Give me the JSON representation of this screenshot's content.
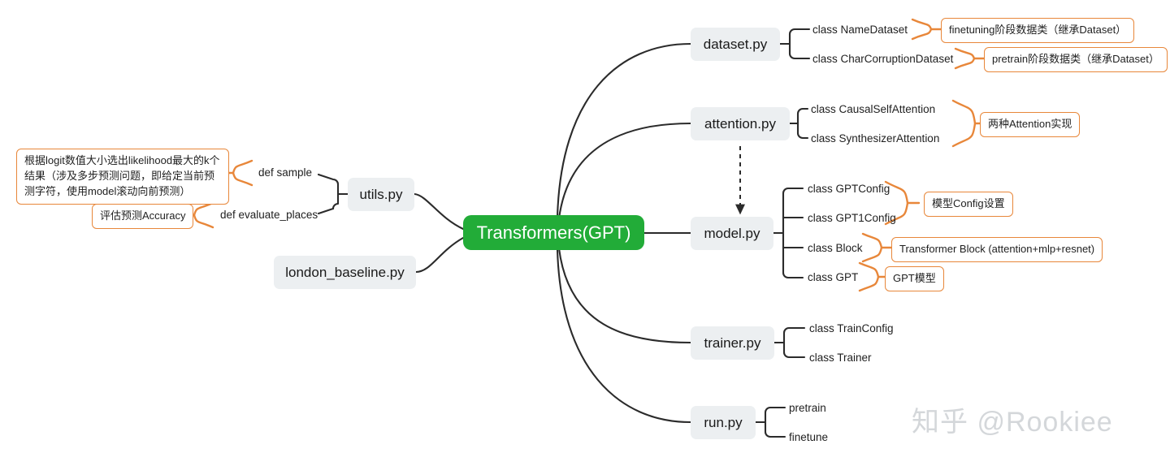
{
  "diagram": {
    "title": "Transformers(GPT) code structure mind map",
    "colors": {
      "root_fill": "#22ac38",
      "root_text": "#ffffff",
      "node_fill": "#eceff1",
      "node_text": "#1a1a1a",
      "edge": "#2b2b2b",
      "accent_orange": "#e8873a",
      "watermark": "#d4d7da"
    },
    "root": {
      "label": "Transformers(GPT)"
    },
    "nodes": [
      {
        "id": "dataset",
        "label": "dataset.py"
      },
      {
        "id": "attention",
        "label": "attention.py"
      },
      {
        "id": "model",
        "label": "model.py"
      },
      {
        "id": "trainer",
        "label": "trainer.py"
      },
      {
        "id": "run",
        "label": "run.py"
      },
      {
        "id": "utils",
        "label": "utils.py"
      },
      {
        "id": "london_baseline",
        "label": "london_baseline.py"
      }
    ],
    "leaves": {
      "dataset": [
        "class NameDataset",
        "class CharCorruptionDataset"
      ],
      "attention": [
        "class CausalSelfAttention",
        "class SynthesizerAttention"
      ],
      "model": [
        "class GPTConfig",
        "class GPT1Config",
        "class Block",
        "class GPT"
      ],
      "trainer": [
        "class TrainConfig",
        "class Trainer"
      ],
      "run": [
        "pretrain",
        "finetune"
      ],
      "utils": [
        "def sample",
        "def evaluate_places"
      ]
    },
    "notes": [
      {
        "id": "note-namedataset",
        "text": "finetuning阶段数据类（继承Dataset）"
      },
      {
        "id": "note-charcorruption",
        "text": "pretrain阶段数据类（继承Dataset）"
      },
      {
        "id": "note-attention",
        "text": "两种Attention实现"
      },
      {
        "id": "note-config",
        "text": "模型Config设置"
      },
      {
        "id": "note-block",
        "text": "Transformer Block (attention+mlp+resnet)"
      },
      {
        "id": "note-gpt",
        "text": "GPT模型"
      },
      {
        "id": "note-sample",
        "text": "根据logit数值大小选出likelihood最大的k个结果（涉及多步预测问题，即给定当前预测字符，使用model滚动向前预测）"
      },
      {
        "id": "note-evaluate",
        "text": "评估预测Accuracy"
      }
    ],
    "watermark": {
      "text": "知乎 @Rookiee"
    }
  }
}
